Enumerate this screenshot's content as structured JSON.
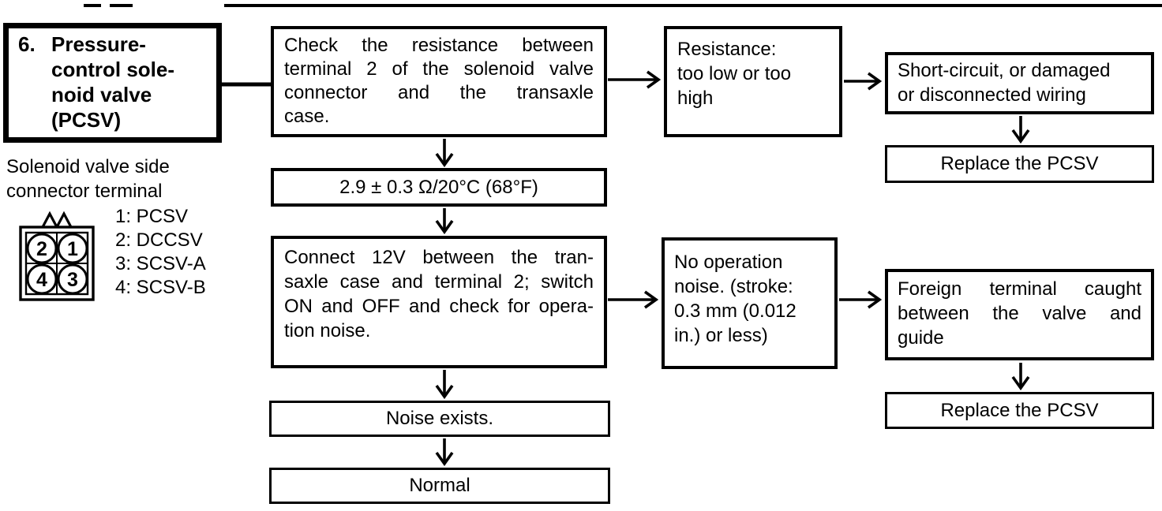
{
  "colors": {
    "ink": "#000000",
    "paper": "#ffffff"
  },
  "title_box": {
    "number": "6.",
    "lines": [
      "Pressure-",
      "control sole-",
      "noid valve",
      "(PCSV)"
    ]
  },
  "connector_note": {
    "lines": [
      "Solenoid valve side",
      "connector terminal"
    ]
  },
  "connector": {
    "terminals": [
      "2",
      "1",
      "4",
      "3"
    ],
    "legend": [
      "1: PCSV",
      "2: DCCSV",
      "3: SCSV-A",
      "4: SCSV-B"
    ]
  },
  "flow": {
    "check_resistance": {
      "lines": [
        "Check the resistance between",
        "terminal 2 of the solenoid valve",
        "connector and the transaxle",
        "case."
      ]
    },
    "resistance_spec": "2.9 ± 0.3 Ω/20°C (68°F)",
    "connect_12v": {
      "lines": [
        "Connect 12V between the tran-",
        "saxle case and terminal 2; switch",
        "ON and OFF and check for opera-",
        "tion noise."
      ]
    },
    "noise_exists": "Noise exists.",
    "normal": "Normal",
    "resistance_result": {
      "lines": [
        "Resistance:",
        "too low or too",
        "high"
      ]
    },
    "short_circuit": {
      "lines": [
        "Short-circuit, or damaged",
        "or disconnected wiring"
      ]
    },
    "replace_pcsv_top": "Replace the PCSV",
    "no_operation_noise": {
      "lines": [
        "No operation",
        "noise. (stroke:",
        "0.3 mm (0.012",
        "in.) or less)"
      ]
    },
    "foreign_terminal": {
      "lines": [
        "Foreign terminal caught",
        "between the valve and",
        "guide"
      ]
    },
    "replace_pcsv_bottom": "Replace the PCSV"
  }
}
